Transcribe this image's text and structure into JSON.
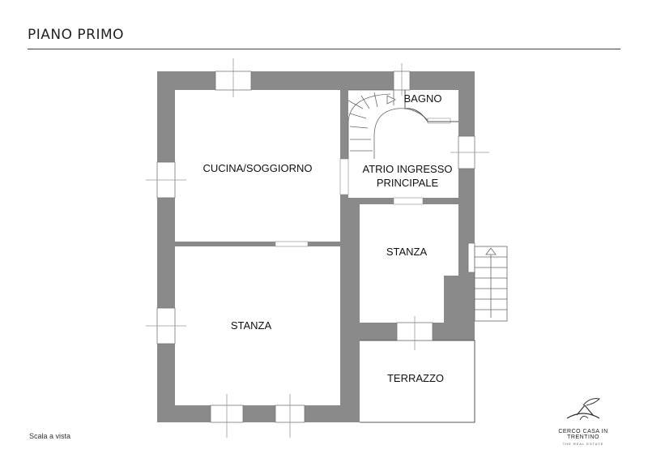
{
  "page": {
    "title": "PIANO PRIMO"
  },
  "rooms": {
    "cucina": "CUCINA/SOGGIORNO",
    "bagno": "BAGNO",
    "atrio_line1": "ATRIO INGRESSO",
    "atrio_line2": "PRINCIPALE",
    "stanza_right": "STANZA",
    "stanza_left": "STANZA",
    "terrazzo": "TERRAZZO"
  },
  "footer": {
    "scale": "Scala a vista",
    "logo_text": "CERCO CASA IN TRENTINO",
    "logo_sub": "THE REAL ESTATE"
  },
  "colors": {
    "wall": "#8a8a8a",
    "line": "#555555",
    "background": "#ffffff"
  }
}
